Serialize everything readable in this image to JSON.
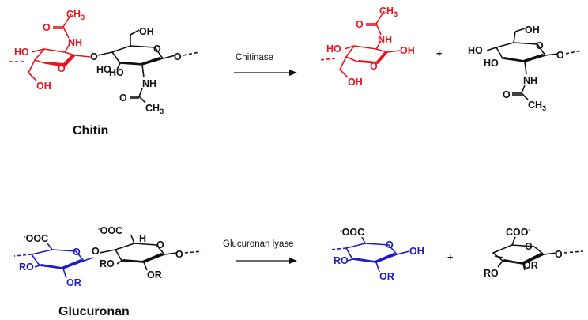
{
  "colors": {
    "chitin_highlight": "#e8141c",
    "glucuronan_highlight": "#1c1cc8",
    "default": "#111111"
  },
  "reactions": [
    {
      "substrate_name": "Chitin",
      "enzyme": "Chitinase",
      "plus": "+"
    },
    {
      "substrate_name": "Glucuronan",
      "enzyme": "Glucuronan lyase",
      "plus": "+"
    }
  ],
  "labels": {
    "acetyl_c": "C",
    "acetyl_h": "H",
    "acetyl_h_sub": "3",
    "oxygen": "O",
    "nh": "NH",
    "ho": "HO",
    "oh": "OH",
    "o_ring": "O",
    "ro": "RO",
    "or": "OR",
    "ooc": "OOC",
    "coo": "COO",
    "minus": "-",
    "h": "H",
    "o_link": "O",
    "dash": "- - -"
  }
}
